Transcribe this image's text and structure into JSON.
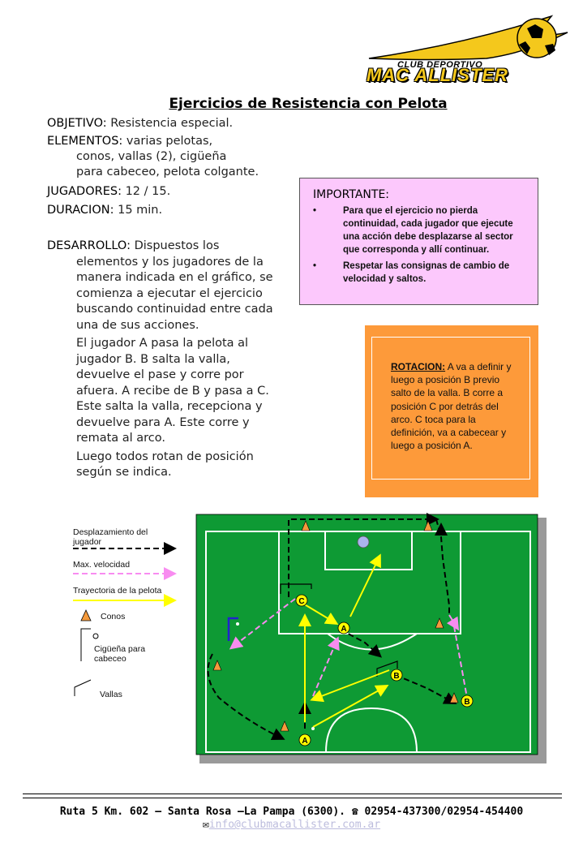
{
  "header": {
    "club_line": "CLUB DEPORTIVO",
    "name_line": "MAC ALLISTER"
  },
  "title": "Ejercicios de Resistencia con Pelota",
  "fields": {
    "objetivo_label": "OBJETIVO:",
    "objetivo_value": "Resistencia especial.",
    "elementos_label": "ELEMENTOS:",
    "elementos_value_1": "varias pelotas,",
    "elementos_value_2": "conos, vallas (2), cigüeña",
    "elementos_value_3": "para cabeceo, pelota colgante.",
    "jugadores_label": "JUGADORES:",
    "jugadores_value": "12 / 15.",
    "duracion_label": "DURACION:",
    "duracion_value": "15 min."
  },
  "desarrollo": {
    "label": "DESARROLLO:",
    "p1_intro": "Dispuestos los",
    "p1_rest": "elementos y los jugadores de la manera indicada en el gráfico, se comienza a ejecutar el ejercicio buscando continuidad entre cada una de sus acciones.",
    "p2": "El jugador A pasa la pelota al jugador B. B salta la valla, devuelve el pase y corre por afuera. A recibe de B y pasa a C. Este salta la valla, recepciona y devuelve para A. Este corre y remata al arco.",
    "p3": "Luego todos rotan de posición según se indica."
  },
  "important": {
    "heading": "IMPORTANTE:",
    "items": [
      "Para que el ejercicio no pierda continuidad, cada jugador que ejecute una acción debe desplazarse al sector que corresponda y allí continuar.",
      "Respetar las consignas de cambio de velocidad y saltos."
    ],
    "bullet": "•"
  },
  "rotation": {
    "label": "ROTACION:",
    "text": " A va a definir y luego a posición B previo salto de la valla. B corre a posición C por detrás del arco. C toca para la definición, va a cabecear y luego a posición A."
  },
  "legend": {
    "player_move": "Desplazamiento del jugador",
    "max_speed": "Max. velocidad",
    "ball_path": "Trayectoria de la pelota",
    "cones": "Conos",
    "header_post": "Cigüeña para cabeceo",
    "hurdles": "Vallas"
  },
  "diagram": {
    "player_labels": [
      "A",
      "B",
      "C",
      "A",
      "B"
    ],
    "colors": {
      "field": "#0e9a34",
      "lines": "#ffffff",
      "ball_path": "#ffff00",
      "max_speed": "#f88cf0",
      "player_move": "#000000",
      "cone": "#f59a3c",
      "player_dot": "#ffff00"
    }
  },
  "footer": {
    "address": "Ruta 5 Km. 602 – Santa Rosa –La Pampa (6300). ☎ 02954-437300/02954-454400",
    "mail_icon": "✉",
    "email": "info@clubmacallister.com.ar"
  },
  "colors": {
    "important_bg": "#fcc8fc",
    "rotation_bg": "#fd9a3a",
    "logo_yellow": "#f4c81c"
  }
}
